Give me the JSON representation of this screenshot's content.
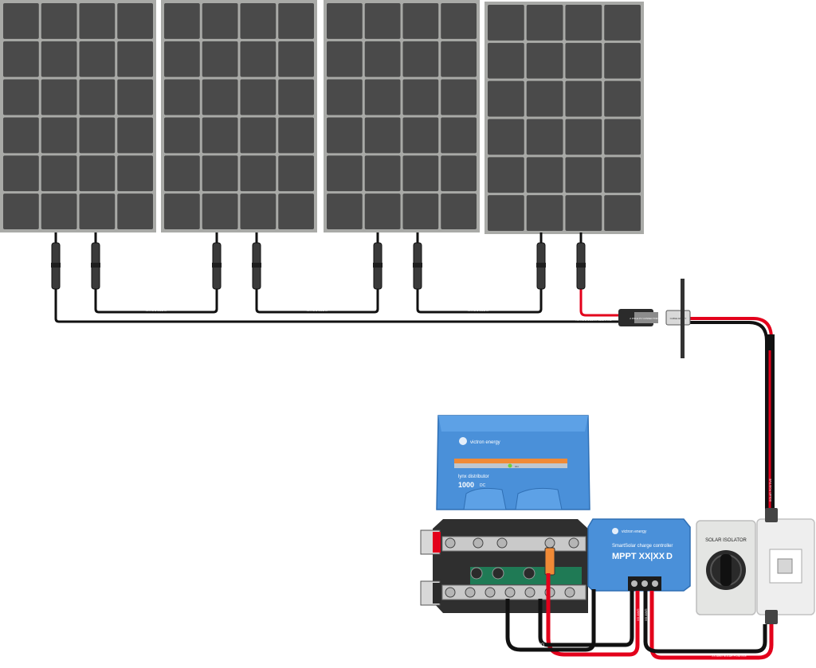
{
  "colors": {
    "panel_frame": "#a9aaa7",
    "panel_cell": "#4a4a4a",
    "wire_red": "#e3001b",
    "wire_black": "#111111",
    "victron_blue": "#4a90d9",
    "victron_orange": "#f08a36",
    "busbar_gray": "#2f2f2f",
    "isolator_panel": "#e4e5e3"
  },
  "labels": {
    "cable_label": "XX AWG SOLAR",
    "mc4_connector": "2 POLE PV CONNECTOR",
    "gland_label": "CABLE ENTRY",
    "wire_pos_label": "XX AWG SOLAR POSITIVE",
    "wire_neg_label": "XX AWG SOLAR NEGATIVE",
    "awg_label": "XX AWG",
    "vertical_cable_label": "SOLAR POSITIVE"
  },
  "lynx": {
    "brand": "victron energy",
    "title": "lynx distributor",
    "rating": "1000",
    "rating_unit": "DC",
    "led_label": "ON"
  },
  "mppt": {
    "brand": "victron energy",
    "product": "SmartSolar charge controller",
    "model": "MPPT XX|XX",
    "model_suffix": "D"
  },
  "isolator": {
    "title": "SOLAR ISOLATOR"
  }
}
